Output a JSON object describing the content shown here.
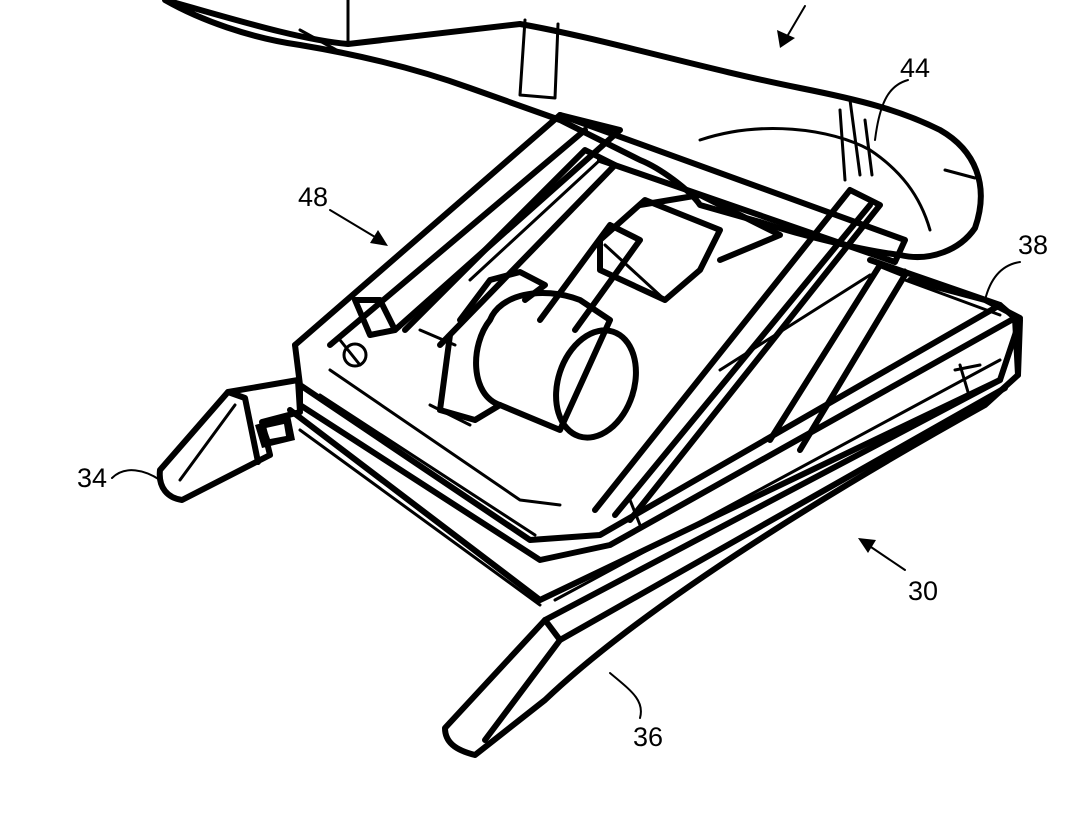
{
  "figure": {
    "colors": {
      "ink": "#000000",
      "paper": "#ffffff"
    },
    "reference_numerals": {
      "frame": "30",
      "left_runner": "34",
      "right_runner": "36",
      "cross_member": "38",
      "seat": "44",
      "drive_assembly": "48"
    }
  }
}
